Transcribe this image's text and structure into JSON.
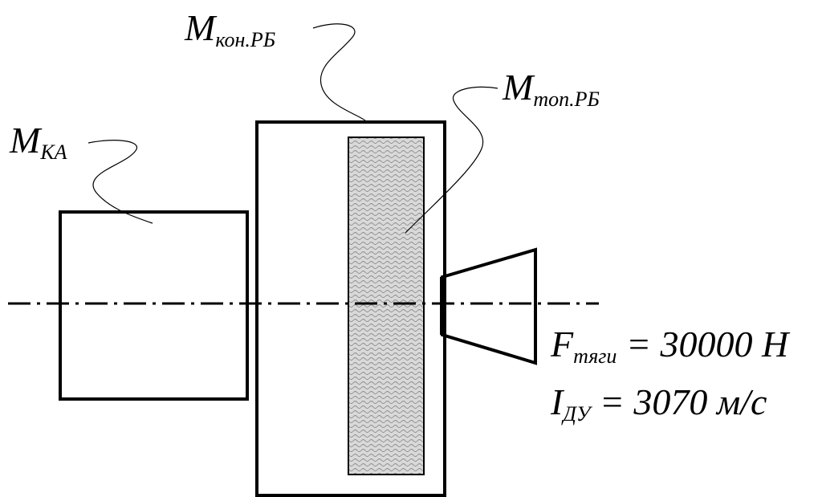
{
  "labels": {
    "m_ka": {
      "main": "M",
      "sub": "КА"
    },
    "m_kon": {
      "main": "M",
      "sub": "кон.РБ"
    },
    "m_top": {
      "main": "M",
      "sub": "топ.РБ"
    },
    "f_thrust": {
      "main": "F",
      "sub": "тяги",
      "rest": " = 30000 H"
    },
    "i_du": {
      "main": "I",
      "sub": "ДУ",
      "rest": " = 3070 м/с"
    }
  },
  "colors": {
    "stroke": "#000000",
    "fuel_fill": "#d9d9d9",
    "fuel_pattern": "#8a8a8a"
  }
}
